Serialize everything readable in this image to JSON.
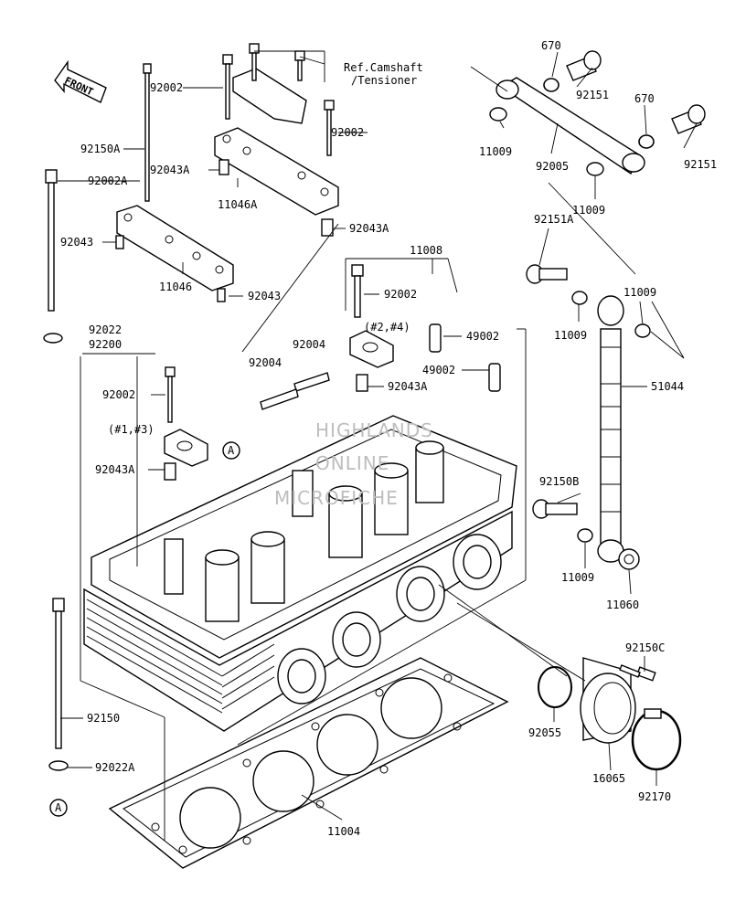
{
  "labels": {
    "ref_camshaft_1": "Ref.Camshaft",
    "ref_camshaft_2": "/Tensioner",
    "front": "FRONT",
    "p92002_a": "92002",
    "p92002_b": "92002",
    "p92002_c": "92002",
    "p92002_d": "92002",
    "p92150A": "92150A",
    "p92002A": "92002A",
    "p92043A_a": "92043A",
    "p92043A_b": "92043A",
    "p92043A_c": "92043A",
    "p92043A_d": "92043A",
    "p11046A": "11046A",
    "p92043_a": "92043",
    "p92043_b": "92043",
    "p11046": "11046",
    "p11008": "11008",
    "p92022": "92022",
    "p92200": "92200",
    "p92004_a": "92004",
    "p92004_b": "92004",
    "p24": "(#2,#4)",
    "p13": "(#1,#3)",
    "p49002_a": "49002",
    "p49002_b": "49002",
    "p670_a": "670",
    "p670_b": "670",
    "p92151_a": "92151",
    "p92151_b": "92151",
    "p11009_a": "11009",
    "p11009_b": "11009",
    "p11009_c": "11009",
    "p11009_d": "11009",
    "p11009_e": "11009",
    "p92005": "92005",
    "p92151A": "92151A",
    "p51044": "51044",
    "p92150B": "92150B",
    "p11060": "11060",
    "p92150C": "92150C",
    "p92055": "92055",
    "p16065": "16065",
    "p92170": "92170",
    "p92150": "92150",
    "p92022A": "92022A",
    "p11004": "11004",
    "ref_A_1": "A",
    "ref_A_2": "A"
  },
  "watermark": {
    "line1": "HIGHLANDS",
    "line2": "ONLINE",
    "line3": "MICROFICHE"
  }
}
